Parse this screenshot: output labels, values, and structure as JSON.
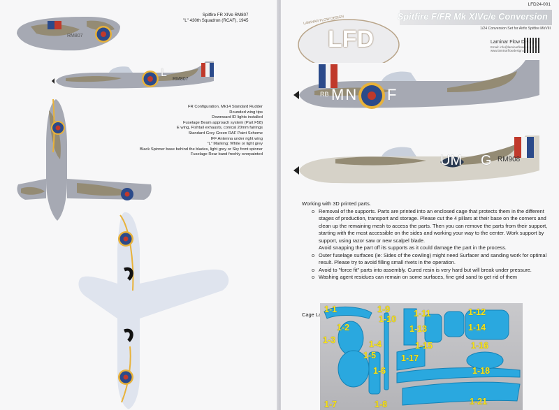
{
  "left_page": {
    "caption": {
      "line1": "Spitfire FR XIVe RM807",
      "line2": "\"L\" 430th Squadron (RCAF), 1945"
    },
    "aircraft_codes": {
      "top_view_serial": "RM807",
      "side_letter": "L",
      "side_serial": "RM807"
    },
    "specs": [
      "FR Configuration, Mk14 Standard Rudder",
      "Rounded wing tips",
      "Downward ID lights installed",
      "Fuselage Beam approach system (Part F58)",
      "E wing, Fishtail exhausts, conical 20mm fairings",
      "Standard Grey Green RAF Paint Scheme",
      "IFF Antenna under right wing",
      "\"L\" Marking: White or light grey",
      "Black Spinner base behind the blades, light grey or Sky front spinner",
      "Fuselage Rear band freshly overpainted"
    ]
  },
  "right_page": {
    "doc_id": "LFD24-001",
    "title": "Spitfire F/FR Mk XIVc/e Conversion",
    "subtitle": "1/24 Conversion Set for Airfix Spitfire MkVIII",
    "brand": {
      "logo_text": "LFD",
      "arc_text": "LAMINAR FLOW DESIGN",
      "name": "Laminar Flow Design",
      "email": "Email: info@laminarflowdesign.com",
      "web": "www.laminarflowdesign.com"
    },
    "aircraft1_codes": {
      "prefix": "RB",
      "code": "MN",
      "letter": "F"
    },
    "aircraft2_codes": {
      "code": "UM",
      "letter": "G",
      "serial": "RM908"
    },
    "instructions": {
      "heading": "Working with 3D printed parts.",
      "items": [
        {
          "bullet": "o",
          "text": "Removal of the supports. Parts are printed into an enclosed cage that protects them in the different stages of production, transport and storage. Please cut the 4 pillars at their base on the corners and clean up the remaining mesh to access the parts. Then you can remove the parts from their support, starting with the most accessible on the sides and working your way to the center. Work support by support, using razor saw or new scalpel blade."
        },
        {
          "bullet": "",
          "text": "Avoid snapping the part off its supports as it could damage the part in the process."
        },
        {
          "bullet": "o",
          "text": "Outer fuselage surfaces (ie: Sides of the cowling) might need Surfacer and sanding work for optimal result. Please try to avoid filling small rivets in the operation."
        },
        {
          "bullet": "o",
          "text": "Avoid to \"force fit\" parts into assembly. Cured resin is very hard but will break under pressure."
        },
        {
          "bullet": "o",
          "text": "Washing agent residues can remain on some surfaces, fine grid sand to get rid of them"
        }
      ]
    },
    "cage_heading": "Cage Layout.",
    "cage_labels": [
      "1-1",
      "1-2",
      "1-3",
      "1-4",
      "1-5",
      "1-6",
      "1-7",
      "1-8",
      "1-9",
      "1-10",
      "1-11",
      "1-12",
      "1-13",
      "1-14",
      "1-15",
      "1-16",
      "1-17",
      "1-18",
      "1-21"
    ]
  },
  "colors": {
    "page_bg": "#f7f7f8",
    "camo_grey": "#a6a9b3",
    "camo_green": "#948b74",
    "underside": "#dfe4ee",
    "roundel_red": "#c0392b",
    "roundel_blue": "#2b4a8a",
    "roundel_yellow": "#e8b23a",
    "resin_blue": "#2aa8df",
    "label_yellow": "#f7e21a"
  }
}
